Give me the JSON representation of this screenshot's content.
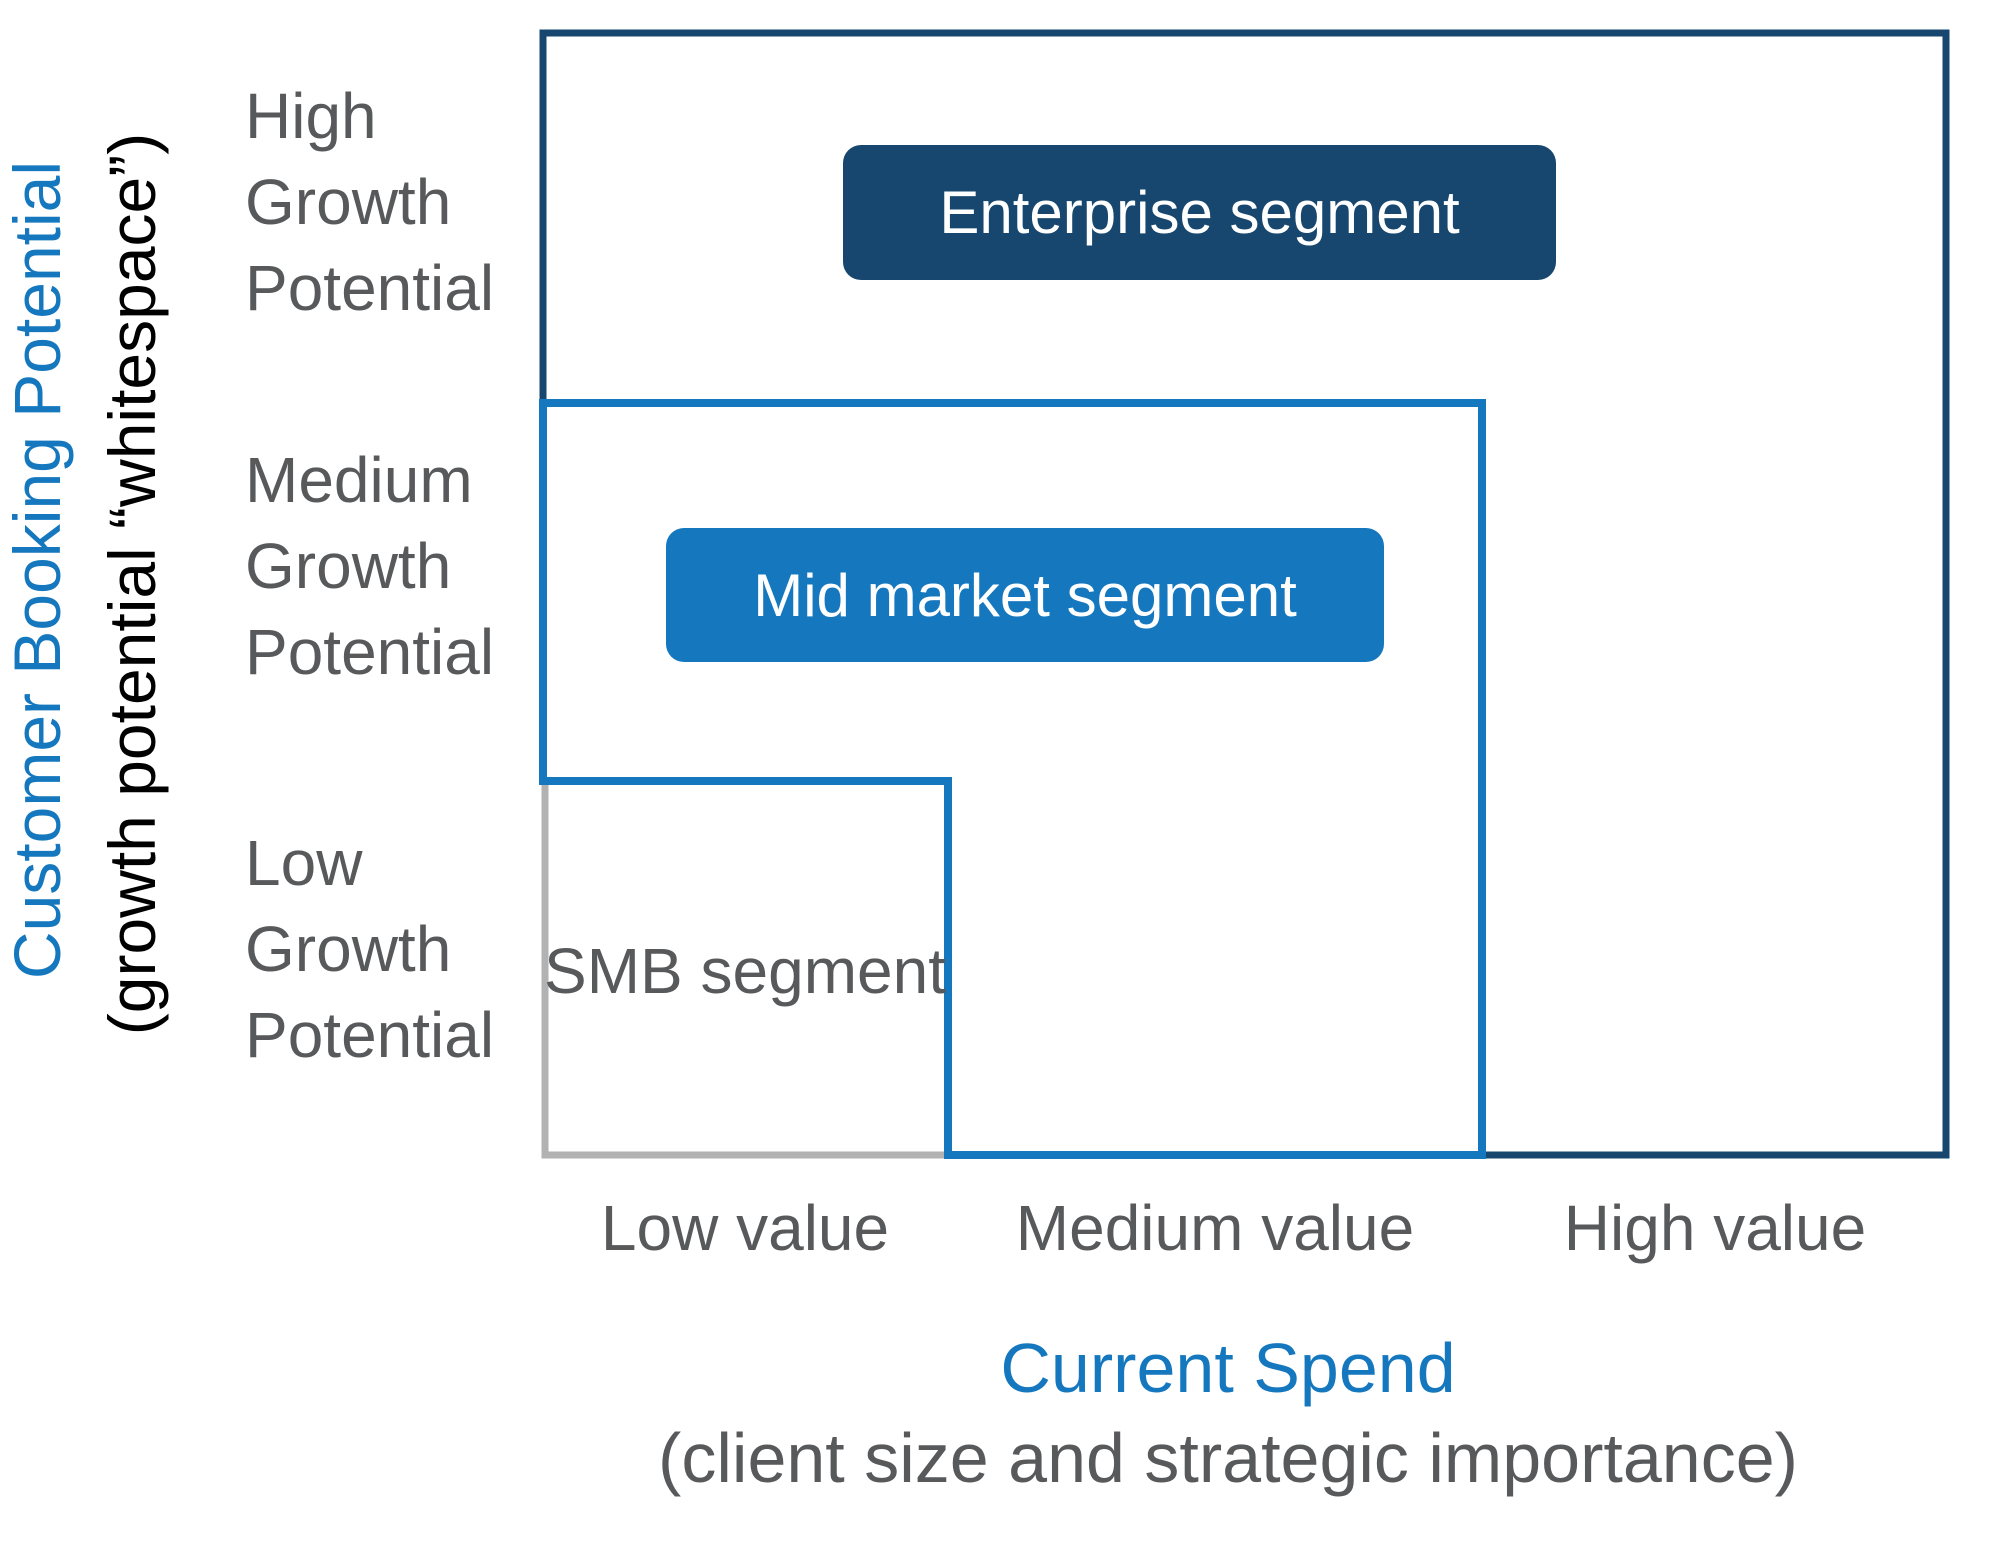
{
  "diagram": {
    "y_axis": {
      "title": "Customer Booking Potential",
      "subtitle": "(growth potential “whitespace”)",
      "ticks": [
        {
          "lines": [
            "High",
            "Growth",
            "Potential"
          ]
        },
        {
          "lines": [
            "Medium",
            "Growth",
            "Potential"
          ]
        },
        {
          "lines": [
            "Low",
            "Growth",
            "Potential"
          ]
        }
      ]
    },
    "x_axis": {
      "title": "Current Spend",
      "subtitle": "(client size and strategic importance)",
      "ticks": [
        "Low value",
        "Medium value",
        "High value"
      ]
    },
    "segments": {
      "enterprise": {
        "label": "Enterprise segment",
        "y_band": "High Growth Potential",
        "x_extent": "Low value to High value",
        "fill": "#17476e",
        "text_color": "#ffffff"
      },
      "mid_market": {
        "label": "Mid market segment",
        "y_band": "Medium Growth Potential",
        "x_extent": "Low value to Medium value",
        "fill": "#1578be",
        "text_color": "#ffffff"
      },
      "smb": {
        "label": "SMB segment",
        "y_band": "Low Growth Potential",
        "x_extent": "Low value",
        "outline": "#b2b2b2",
        "text_color": "#58595b"
      }
    },
    "colors": {
      "enterprise_navy": "#17476e",
      "midmarket_blue": "#1578be",
      "smb_gray_line": "#b2b2b2",
      "label_gray": "#58595b",
      "axis_title_blue": "#1578be",
      "axis_subtitle_black": "#000000",
      "background": "#ffffff"
    }
  }
}
